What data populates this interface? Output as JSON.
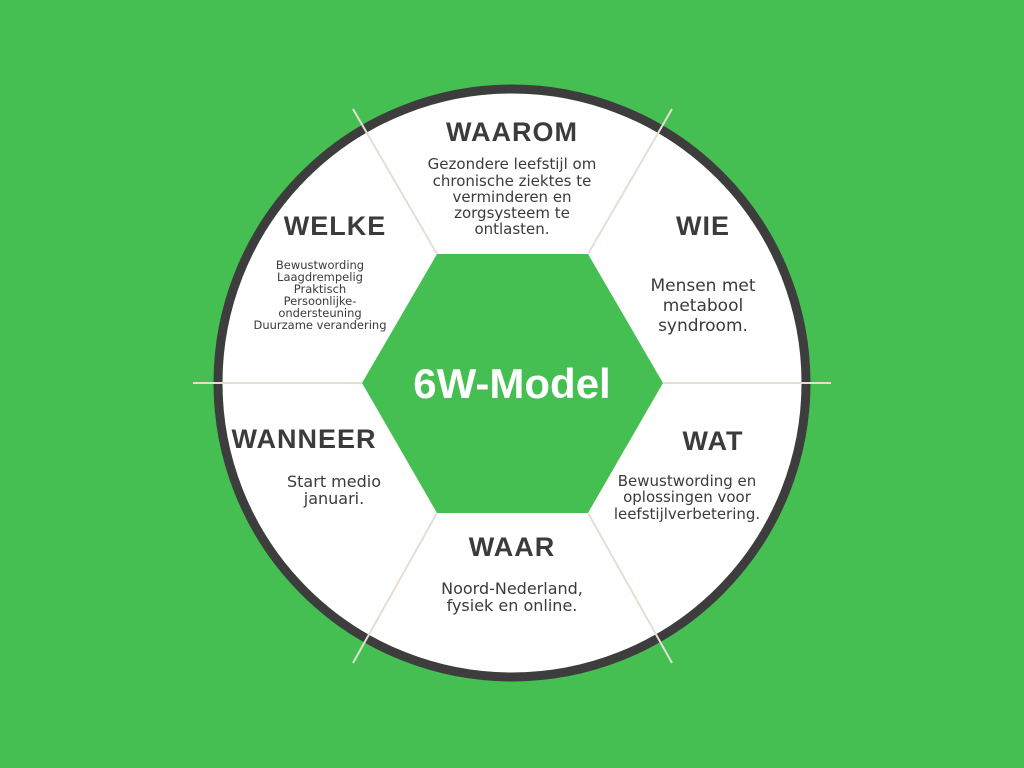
{
  "title": "6W-Model",
  "colors": {
    "background": "#45bf51",
    "ring": "#3d3d3d",
    "divider": "#e6ded4",
    "text": "#3b3b3b"
  },
  "segments": {
    "waarom": {
      "heading": "WAAROM",
      "lines": [
        "Gezondere leefstijl om",
        "chronische ziektes te",
        "verminderen en",
        "zorgsysteem te",
        "ontlasten."
      ]
    },
    "wie": {
      "heading": "WIE",
      "lines": [
        "Mensen met",
        "metabool",
        "syndroom."
      ]
    },
    "wat": {
      "heading": "WAT",
      "lines": [
        "Bewustwording en",
        "oplossingen voor",
        "leefstijlverbetering."
      ]
    },
    "waar": {
      "heading": "WAAR",
      "lines": [
        "Noord-Nederland,",
        "fysiek en online."
      ]
    },
    "wanneer": {
      "heading": "WANNEER",
      "lines": [
        "Start medio",
        "januari."
      ]
    },
    "welke": {
      "heading": "WELKE",
      "lines": [
        "Bewustwording",
        "Laagdrempelig",
        "Praktisch",
        "Persoonlijke-",
        "ondersteuning",
        "Duurzame verandering"
      ]
    }
  }
}
